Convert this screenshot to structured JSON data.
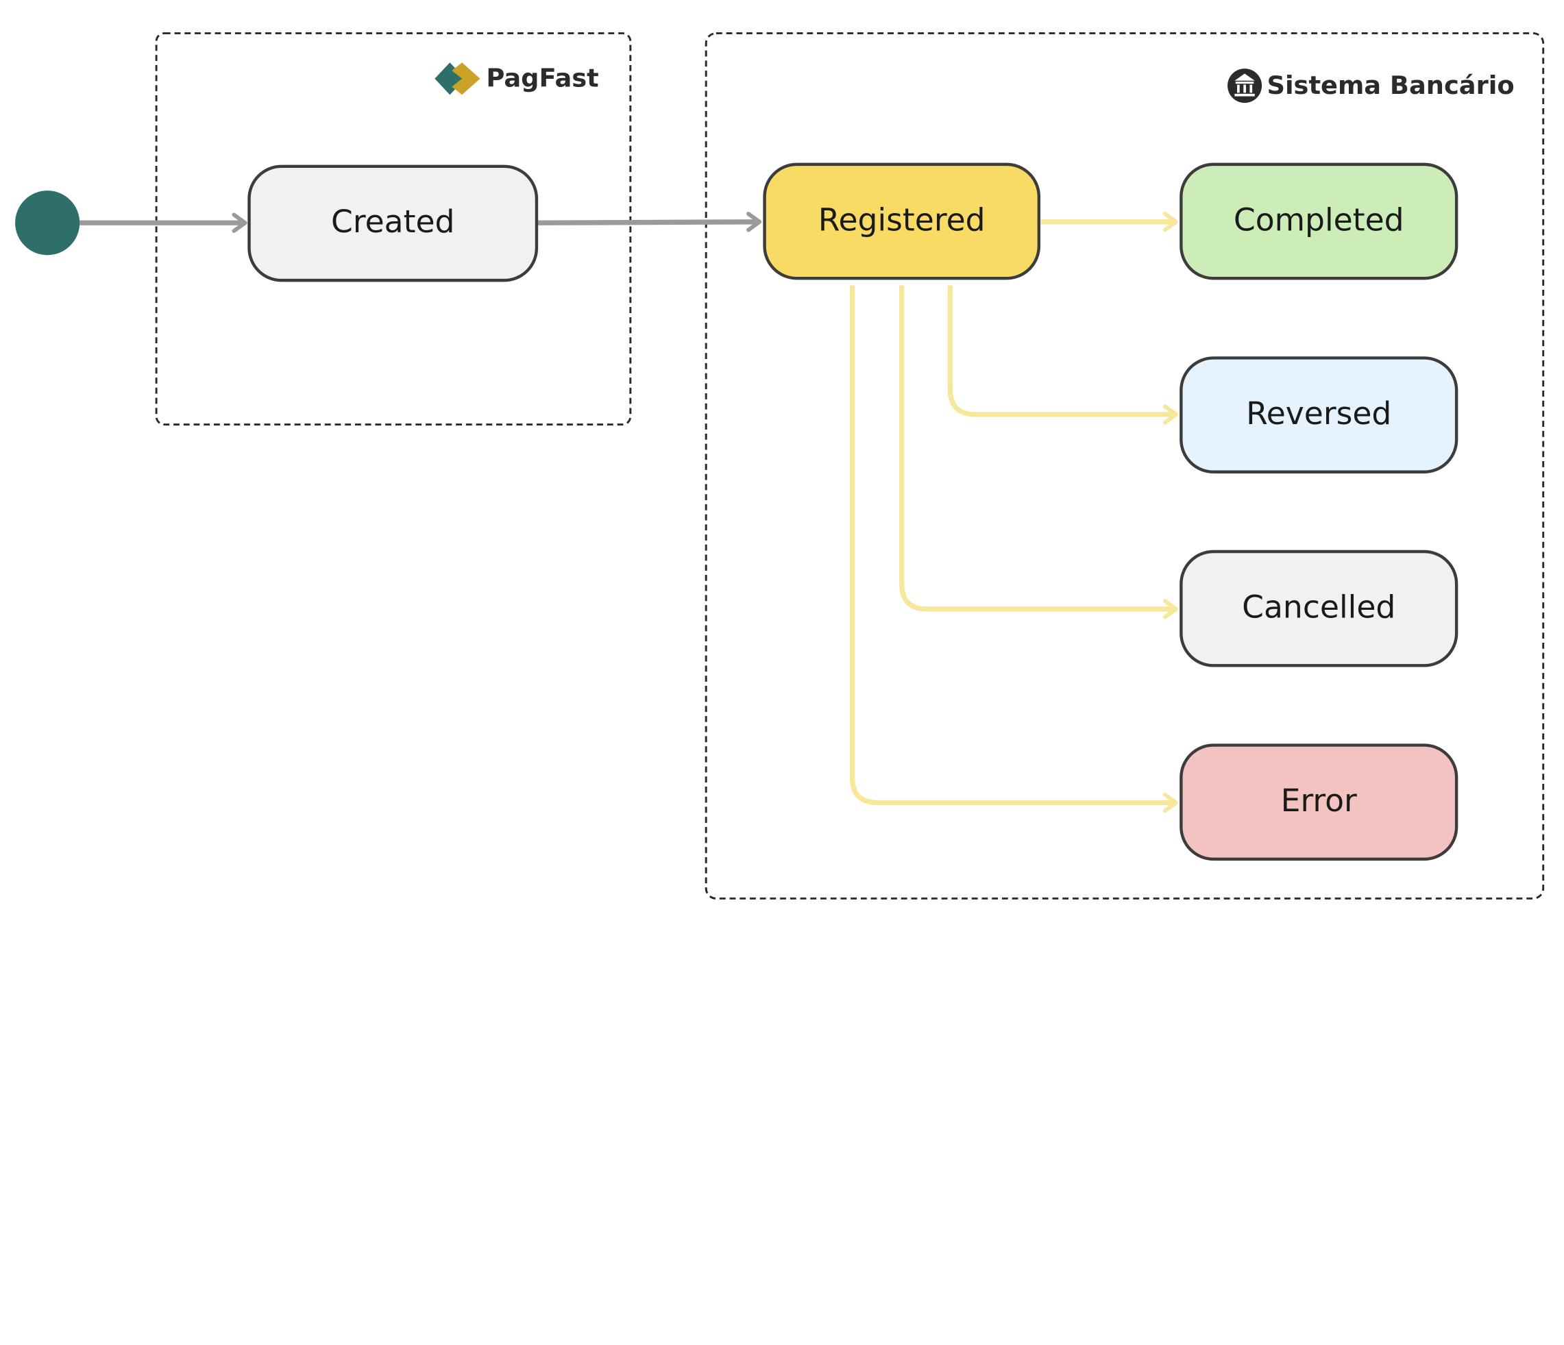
{
  "groups": {
    "pagfast": {
      "label": "PagFast",
      "icon": "pagfast-logo"
    },
    "bank": {
      "label": "Sistema Bancário",
      "icon": "bank-icon"
    }
  },
  "states": {
    "created": {
      "label": "Created",
      "fill": "#f1f1f1"
    },
    "registered": {
      "label": "Registered",
      "fill": "#f8db64"
    },
    "completed": {
      "label": "Completed",
      "fill": "#ccecb8"
    },
    "reversed": {
      "label": "Reversed",
      "fill": "#e4f3fd"
    },
    "cancelled": {
      "label": "Cancelled",
      "fill": "#f1f1f1"
    },
    "error": {
      "label": "Error",
      "fill": "#f3c3c1"
    }
  },
  "colors": {
    "initial_node": "#2f6f6b",
    "gray_arrow": "#9a9a9a",
    "yellow_arrow": "#f7e79a",
    "node_stroke": "#3c3c3c",
    "logo_teal": "#2f6f6b",
    "logo_gold": "#c9a227"
  }
}
